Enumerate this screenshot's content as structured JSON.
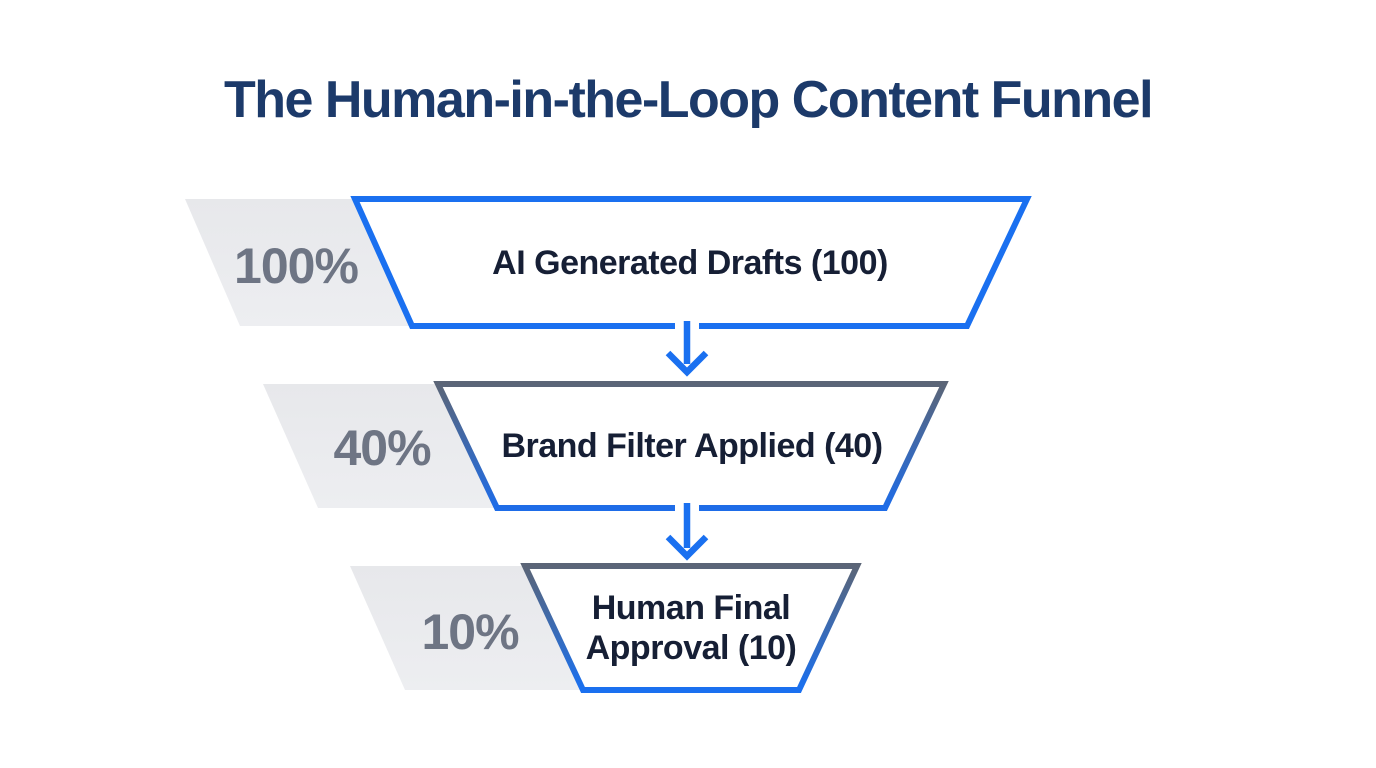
{
  "title": "The Human-in-the-Loop Content Funnel",
  "chart_data": {
    "type": "funnel",
    "title": "The Human-in-the-Loop Content Funnel",
    "direction": "top-down",
    "categories": [
      "AI Generated Drafts",
      "Brand Filter Applied",
      "Human Final Approval"
    ],
    "values": [
      100,
      40,
      10
    ],
    "percent_labels": [
      "100%",
      "40%",
      "10%"
    ],
    "stage_labels": [
      "AI Generated Drafts (100)",
      "Brand Filter Applied (40)",
      "Human Final Approval (10)"
    ],
    "legend": "none",
    "grid": "off"
  },
  "funnel": {
    "stages": [
      {
        "percent": "100%",
        "value": 100,
        "lines": [
          "AI Generated Drafts (100)"
        ]
      },
      {
        "percent": "40%",
        "value": 40,
        "lines": [
          "Brand Filter Applied (40)"
        ]
      },
      {
        "percent": "10%",
        "value": 10,
        "lines": [
          "Human Final",
          "Approval (10)"
        ]
      }
    ]
  },
  "colors": {
    "background": "#ffffff",
    "title_navy": "#1c3a6a",
    "label_navy": "#161f35",
    "percent_gray": "#6e7584",
    "shadow_gray": "#e8e9ec",
    "accent_blue": "#1a70f0",
    "slate_gray": "#5b6577",
    "gradient_blue_end": "#1e6ce8"
  }
}
